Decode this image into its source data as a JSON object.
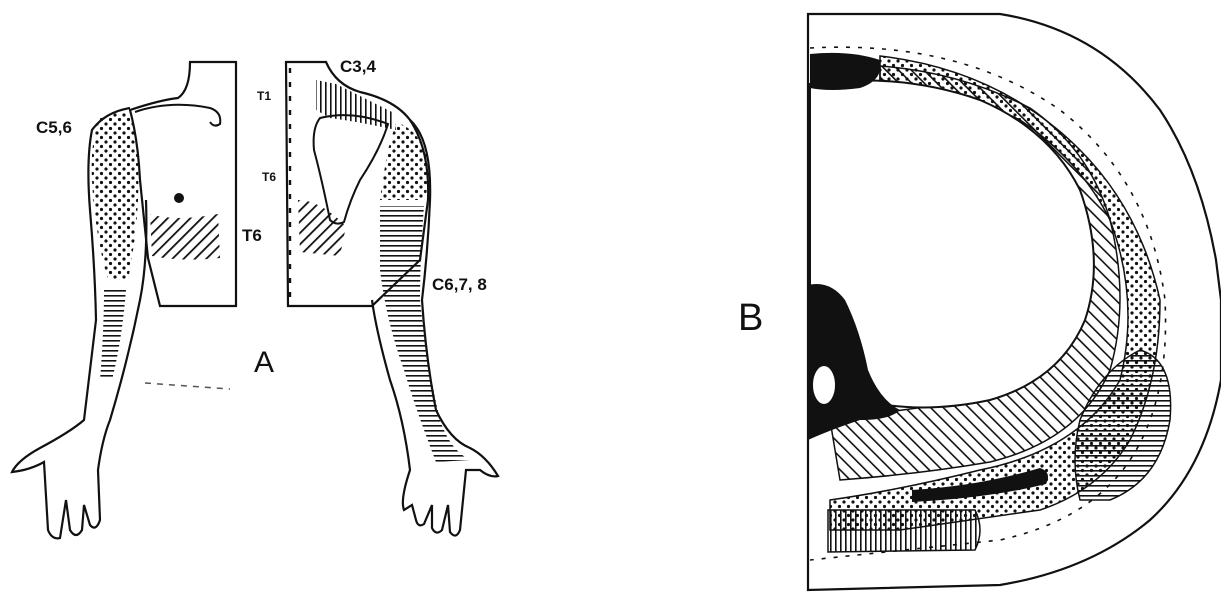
{
  "panel_a": {
    "letter": "A",
    "labels": {
      "c56": "C5,6",
      "c34": "C3,4",
      "t1": "T1",
      "t6_back": "T6",
      "t6_front": "T6",
      "c678": "C6,7, 8"
    }
  },
  "panel_b": {
    "letter": "B"
  }
}
